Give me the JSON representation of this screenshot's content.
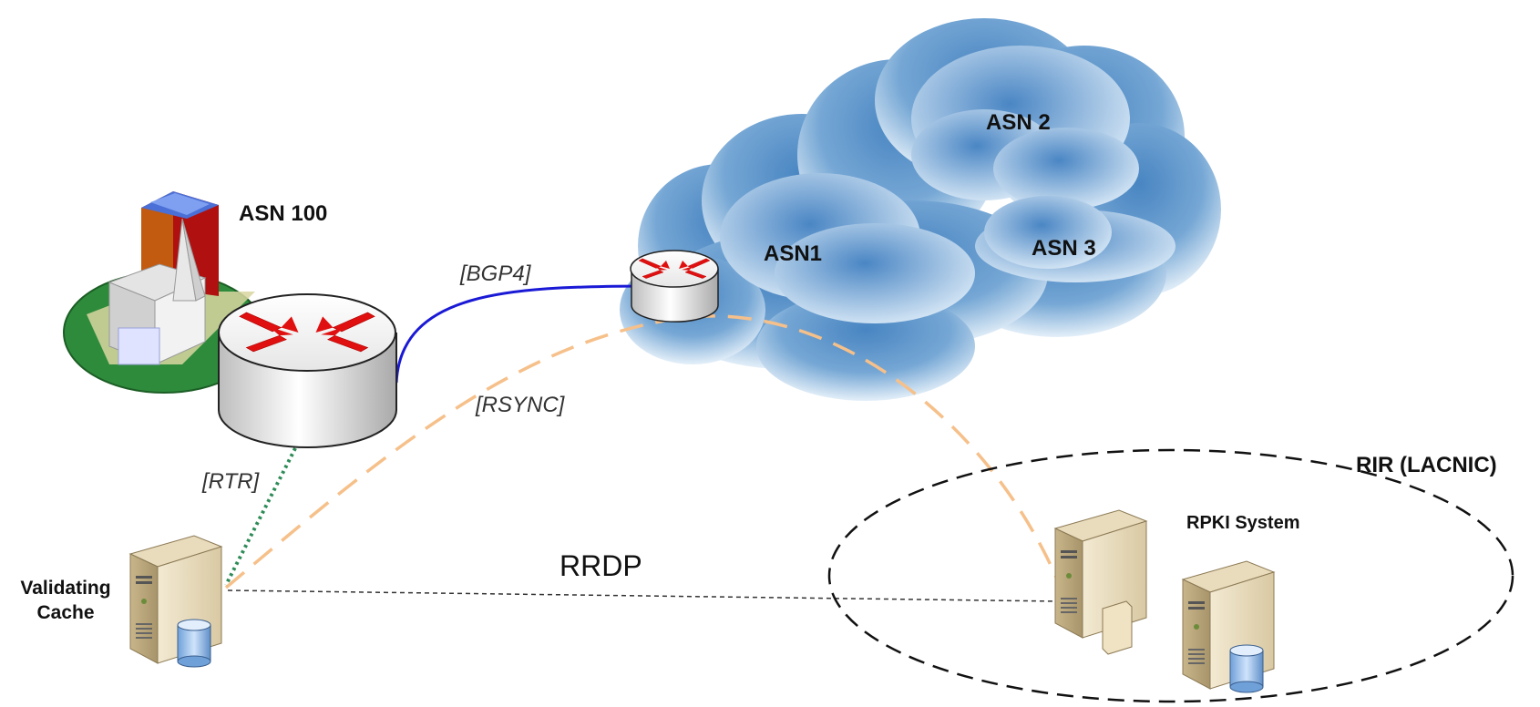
{
  "asn100": {
    "label": "ASN 100"
  },
  "cloud": {
    "labels": {
      "asn1": "ASN1",
      "asn2": "ASN 2",
      "asn3": "ASN 3"
    }
  },
  "links": {
    "bgp4": "[BGP4]",
    "rsync": "[RSYNC]",
    "rtr": "[RTR]",
    "rrdp": "RRDP"
  },
  "validating_cache": {
    "line1": "Validating",
    "line2": "Cache"
  },
  "rir": {
    "label": "RIR (LACNIC)",
    "system_label": "RPKI System"
  },
  "colors": {
    "bgp_link": "#1a1ad6",
    "rsync_link": "#f6c08a",
    "rtr_link": "#2e8b57",
    "rrdp_link": "#333333",
    "router_arrow": "#e01010",
    "cloud": "#5b95c8"
  }
}
